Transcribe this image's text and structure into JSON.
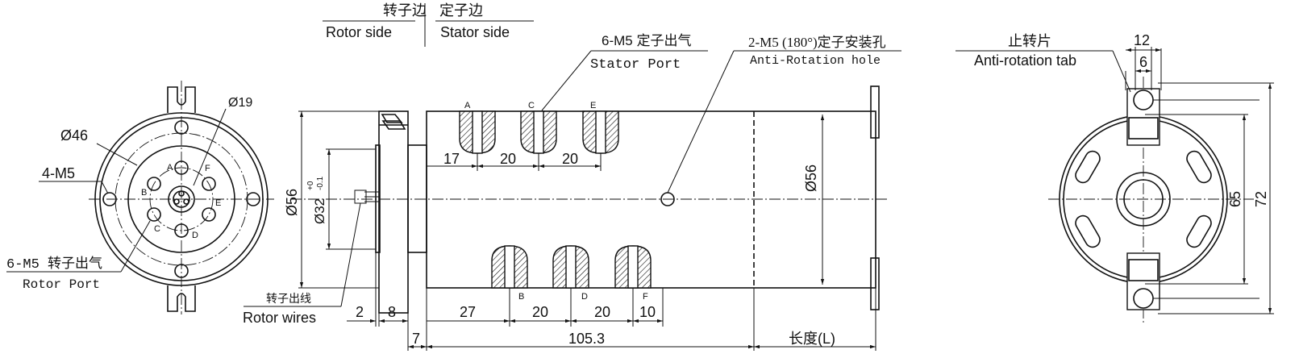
{
  "header": {
    "rotor_cn": "转子边",
    "rotor_en": "Rotor side",
    "stator_cn": "定子边",
    "stator_en": "Stator side"
  },
  "callouts": {
    "stator_port_cn": "6-M5 定子出气",
    "stator_port_en": "Stator Port",
    "anti_rot_hole_cn": "2-M5 (180°)定子安装孔",
    "anti_rot_hole_en": "Anti-Rotation hole",
    "anti_rot_tab_cn": "止转片",
    "anti_rot_tab_en": "Anti-rotation tab",
    "rotor_port_cn": "6-M5 转子出气",
    "rotor_port_en": "Rotor Port",
    "rotor_wires_cn": "转子出线",
    "rotor_wires_en": "Rotor wires"
  },
  "left_view": {
    "d46": "Ø46",
    "d19": "Ø19",
    "m5": "4-M5",
    "ports": [
      "A",
      "B",
      "C",
      "D",
      "E",
      "F"
    ]
  },
  "side_view": {
    "d56_left": "Ø56",
    "d32": "Ø32",
    "tol_plus": "+0",
    "tol_minus": "-0.1",
    "d56_right": "Ø56",
    "top_ports": [
      "A",
      "C",
      "E"
    ],
    "bottom_ports": [
      "B",
      "D",
      "F"
    ],
    "dims": {
      "top_17": "17",
      "top_20a": "20",
      "top_20b": "20",
      "bot_27": "27",
      "bot_20a": "20",
      "bot_20b": "20",
      "bot_10": "10",
      "dim_2": "2",
      "dim_8": "8",
      "dim_7": "7",
      "dim_105": "105.3",
      "length": "长度(L)"
    }
  },
  "right_view": {
    "dim_12": "12",
    "dim_6": "6",
    "dim_65": "65",
    "dim_72": "72"
  }
}
